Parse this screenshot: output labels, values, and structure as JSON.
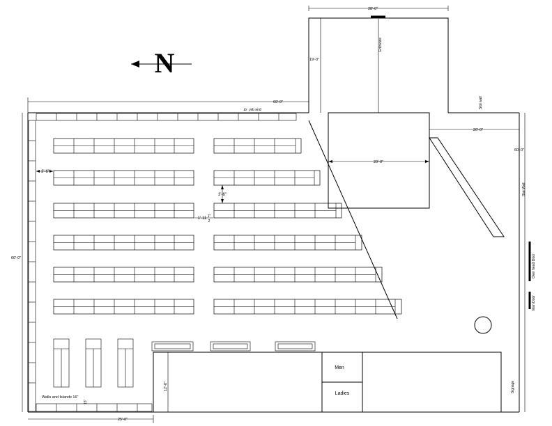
{
  "north": {
    "letter": "N"
  },
  "dimensions": {
    "entrance_width": "28'-0\"",
    "entrance_depth": "19'-0\"",
    "store_width": "60'-0\"",
    "store_depth": "60'-0\"",
    "right_setback": "20'-0\"",
    "right_wall_gap": "60'-0\"",
    "inner_room_width": "20'-0\"",
    "aisle_spacing": "3'-6\"",
    "mid_aisle": "3'-6\"",
    "gap_small": "1'-11",
    "gap_half": "1\"",
    "gap_fraction": "2",
    "back_room_depth": "12'-0\"",
    "left_bottom_width": "25'-0\"",
    "wall_depth": "15\""
  },
  "labels": {
    "entrance": "Entrance",
    "top_wall_note": "pue qar' .qr",
    "slot_wall_top": "Slot wall",
    "slot_wall_right": "Slot Wall",
    "overhead_door": "Over head Door",
    "man_door": "Man Door",
    "signage": "Signage",
    "men": "Men",
    "ladies": "Ladies",
    "walls_islands": "Walls and Islands 16\""
  }
}
